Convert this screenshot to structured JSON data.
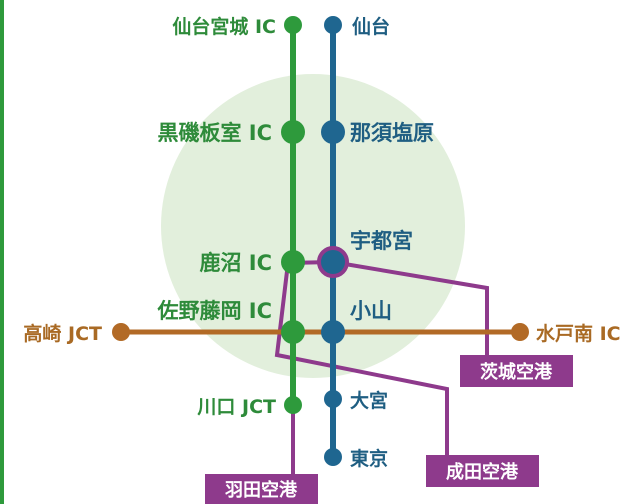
{
  "colors": {
    "expressway": "#2e9a3c",
    "shinkansen": "#1f6690",
    "kitakanto": "#b26a26",
    "airport_route": "#8e3a8c",
    "center_circle": "#e2efdc",
    "left_edge_bar": "#2e9a3c"
  },
  "green_line": {
    "stations": [
      {
        "label": "仙台宮城 IC"
      },
      {
        "label": "黒磯板室 IC"
      },
      {
        "label": "鹿沼 IC"
      },
      {
        "label": "佐野藤岡 IC"
      },
      {
        "label": "川口 JCT"
      }
    ]
  },
  "blue_line": {
    "stations": [
      {
        "label": "仙台"
      },
      {
        "label": "那須塩原"
      },
      {
        "label": "宇都宮"
      },
      {
        "label": "小山"
      },
      {
        "label": "大宮"
      },
      {
        "label": "東京"
      }
    ]
  },
  "orange_line": {
    "west_end": {
      "label": "高崎 JCT"
    },
    "east_end": {
      "label": "水戸南 IC"
    }
  },
  "airports": {
    "ibaraki": "茨城空港",
    "narita": "成田空港",
    "haneda": "羽田空港"
  }
}
